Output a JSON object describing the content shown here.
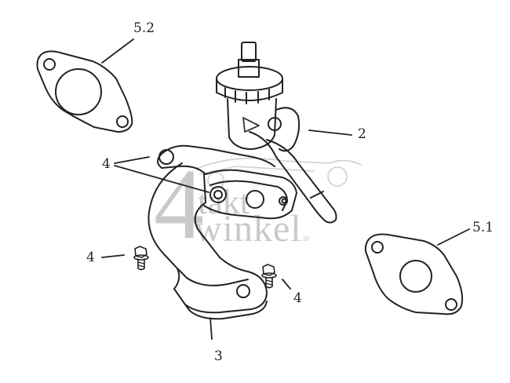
{
  "diagram": {
    "type": "exploded-parts-view",
    "subject": "carburetor assembly",
    "colors": {
      "line": "#222222",
      "background": "#ffffff",
      "watermark": "#c9c9c9"
    },
    "callouts": [
      {
        "id": "5.2",
        "label": "5.2",
        "part": "gasket-upper"
      },
      {
        "id": "2",
        "label": "2",
        "part": "carburetor"
      },
      {
        "id": "4a",
        "label": "4",
        "part": "carburetor-nuts"
      },
      {
        "id": "4b",
        "label": "4",
        "part": "bolt-left"
      },
      {
        "id": "4c",
        "label": "4",
        "part": "bolt-right"
      },
      {
        "id": "5.1",
        "label": "5.1",
        "part": "gasket-lower"
      },
      {
        "id": "3",
        "label": "3",
        "part": "intake-manifold"
      }
    ]
  },
  "watermark": {
    "digit": "4",
    "word1": "takt",
    "word2": "winkel",
    "tld": ".nl"
  }
}
